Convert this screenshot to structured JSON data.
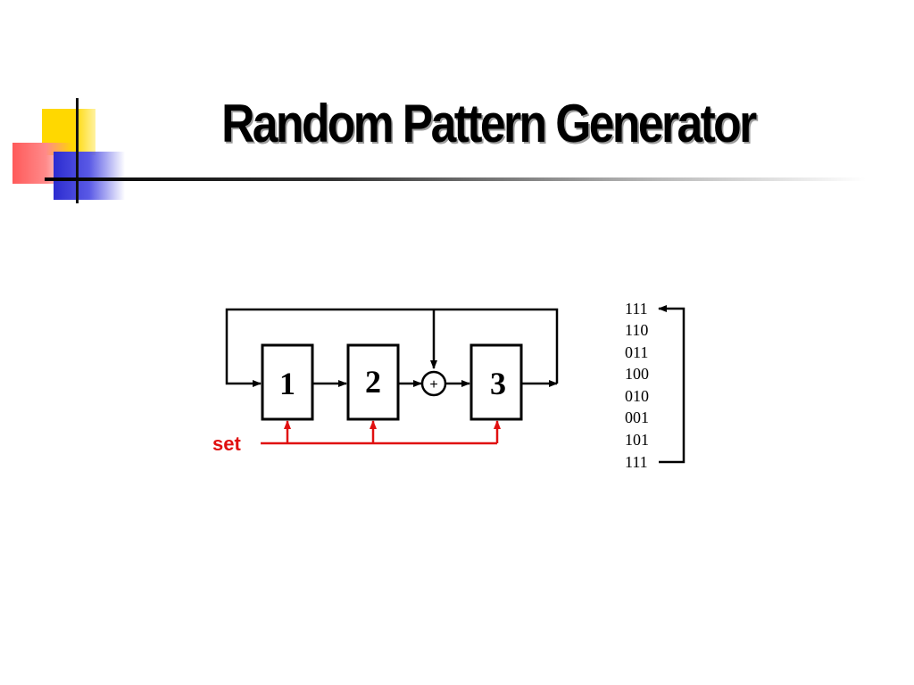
{
  "slide": {
    "title": "Random Pattern Generator",
    "colors": {
      "background": "#ffffff",
      "accent_yellow": "#ffd800",
      "accent_red": "#ff5a5a",
      "accent_blue": "#2c2cd0",
      "set_line": "#e01010"
    }
  },
  "diagram": {
    "registers": [
      {
        "label": "1"
      },
      {
        "label": "2"
      },
      {
        "label": "3"
      }
    ],
    "xor_symbol": "+",
    "set_label": "set",
    "sequence": [
      "111",
      "110",
      "011",
      "100",
      "010",
      "001",
      "101",
      "111"
    ]
  }
}
